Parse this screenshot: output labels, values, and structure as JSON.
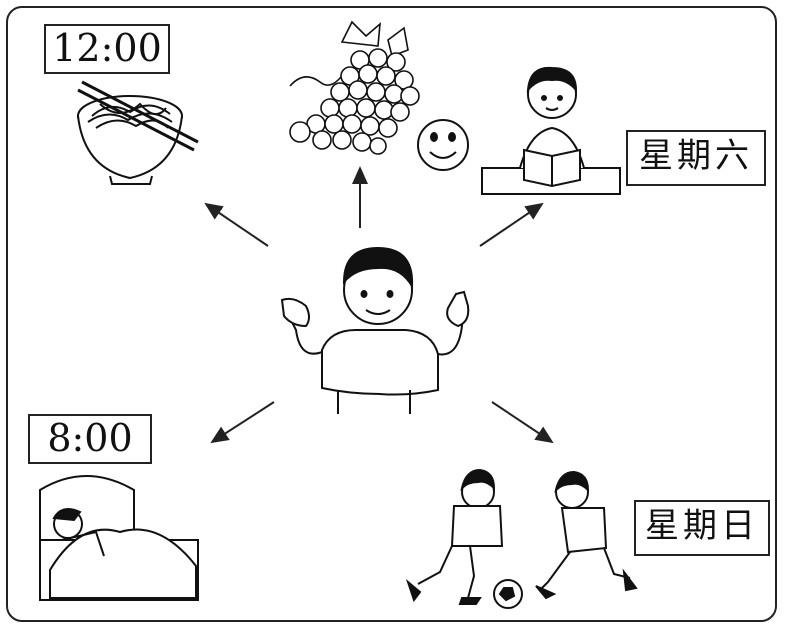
{
  "labels": {
    "noon_time": "12:00",
    "morning_time": "8:00",
    "saturday": "星期六",
    "sunday": "星期日"
  },
  "icons": [
    "noodle-bowl-icon",
    "grapes-icon",
    "smiley-icon",
    "boy-reading-icon",
    "boy-sleeping-icon",
    "boys-soccer-icon",
    "boy-center-icon"
  ]
}
